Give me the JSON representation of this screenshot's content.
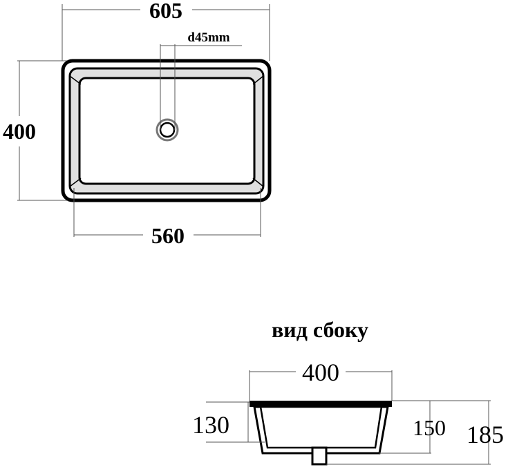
{
  "top_view": {
    "width_outer": "605",
    "depth": "400",
    "width_inner": "560",
    "drain_label": "d45mm"
  },
  "side_view": {
    "title": "вид сбоку",
    "depth": "400",
    "inner_height": "130",
    "bowl_height": "150",
    "total_height": "185"
  }
}
